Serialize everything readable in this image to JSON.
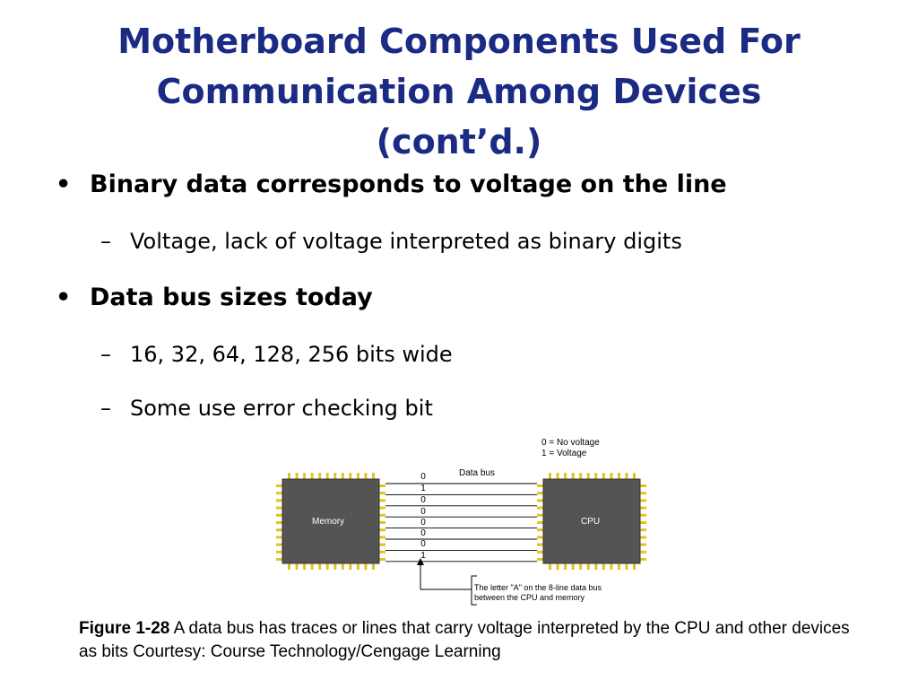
{
  "title": {
    "line1": "Motherboard Components Used For",
    "line2": "Communication Among Devices",
    "line3": "(cont’d.)"
  },
  "bullets": [
    {
      "text": "Binary data corresponds to voltage on the line",
      "sub": [
        "Voltage, lack of voltage interpreted as binary digits"
      ]
    },
    {
      "text": "Data bus sizes today",
      "sub": [
        "16, 32, 64, 128, 256 bits wide",
        "Some use error checking bit"
      ]
    }
  ],
  "bullet_symbol": "•",
  "dash_symbol": "–",
  "figure": {
    "legend_line1": "0 = No voltage",
    "legend_line2": "1 = Voltage",
    "bus_label": "Data bus",
    "memory_label": "Memory",
    "cpu_label": "CPU",
    "bits": [
      "0",
      "1",
      "0",
      "0",
      "0",
      "0",
      "0",
      "1"
    ],
    "callout_line1": "The letter \"A\" on the 8-line data bus",
    "callout_line2": "between the CPU and memory",
    "chip_color": "#545454",
    "pin_color": "#e3c41f"
  },
  "caption": {
    "label": "Figure 1-28",
    "text": " A data bus has traces or lines that carry voltage interpreted by the CPU and other devices as bits Courtesy: Course Technology/Cengage Learning"
  }
}
